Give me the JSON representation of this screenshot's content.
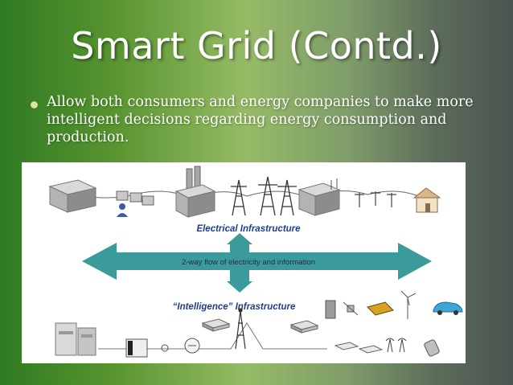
{
  "slide": {
    "title": "Smart Grid (Contd.)",
    "bullet": "Allow both consumers and energy companies to make more intelligent decisions regarding energy consumption and production."
  },
  "diagram": {
    "label_electrical": "Electrical Infrastructure",
    "label_flow": "2-way flow of electricity and information",
    "label_intelligence": "“Intelligence” Infrastructure",
    "colors": {
      "arrow": "#3a9b9a",
      "label_text": "#1f3e8a",
      "line": "#555555"
    }
  }
}
